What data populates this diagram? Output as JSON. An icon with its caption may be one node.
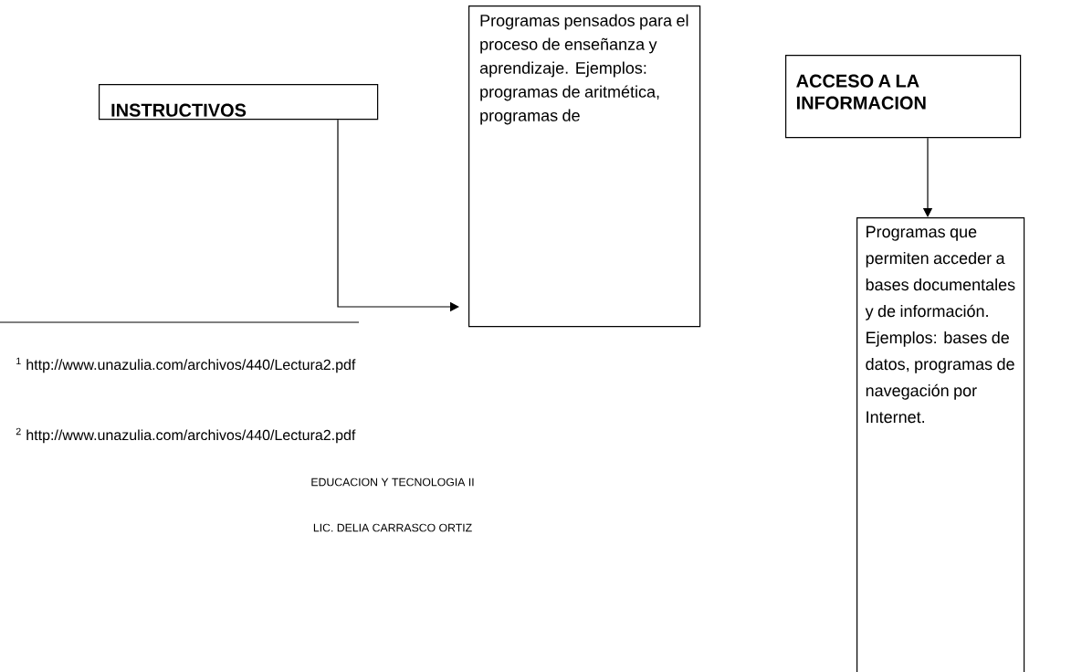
{
  "diagram": {
    "nodes": [
      {
        "text": [
          "INSTRUCTIVOS"
        ]
      },
      {
        "text": [
          "Programas pensados para el proceso de enseñanza y aprendizaje. Ejemplos: programas de aritmética, programas de"
        ]
      },
      {
        "text": [
          "ACCESO A LA INFORMACION"
        ]
      },
      {
        "text": [
          "Programas que permiten acceder a bases documentales y de información. Ejemplos: bases de datos, programas de navegación por Internet."
        ]
      }
    ],
    "edges": [
      {
        "from": 0,
        "to": 1,
        "arrow": "to"
      },
      {
        "from": 2,
        "to": 3,
        "arrow": "to"
      }
    ],
    "labels": [
      "$^{1}$ http://www.unazulia.com/archivos/440/Lectura2.pdf",
      "$^{2}$ http://www.unazulia.com/archivos/440/Lectura2.pdf",
      "EDUCACION Y TECNOLOGIA II",
      "LIC. DELIA CARRASCO ORTIZ"
    ]
  }
}
